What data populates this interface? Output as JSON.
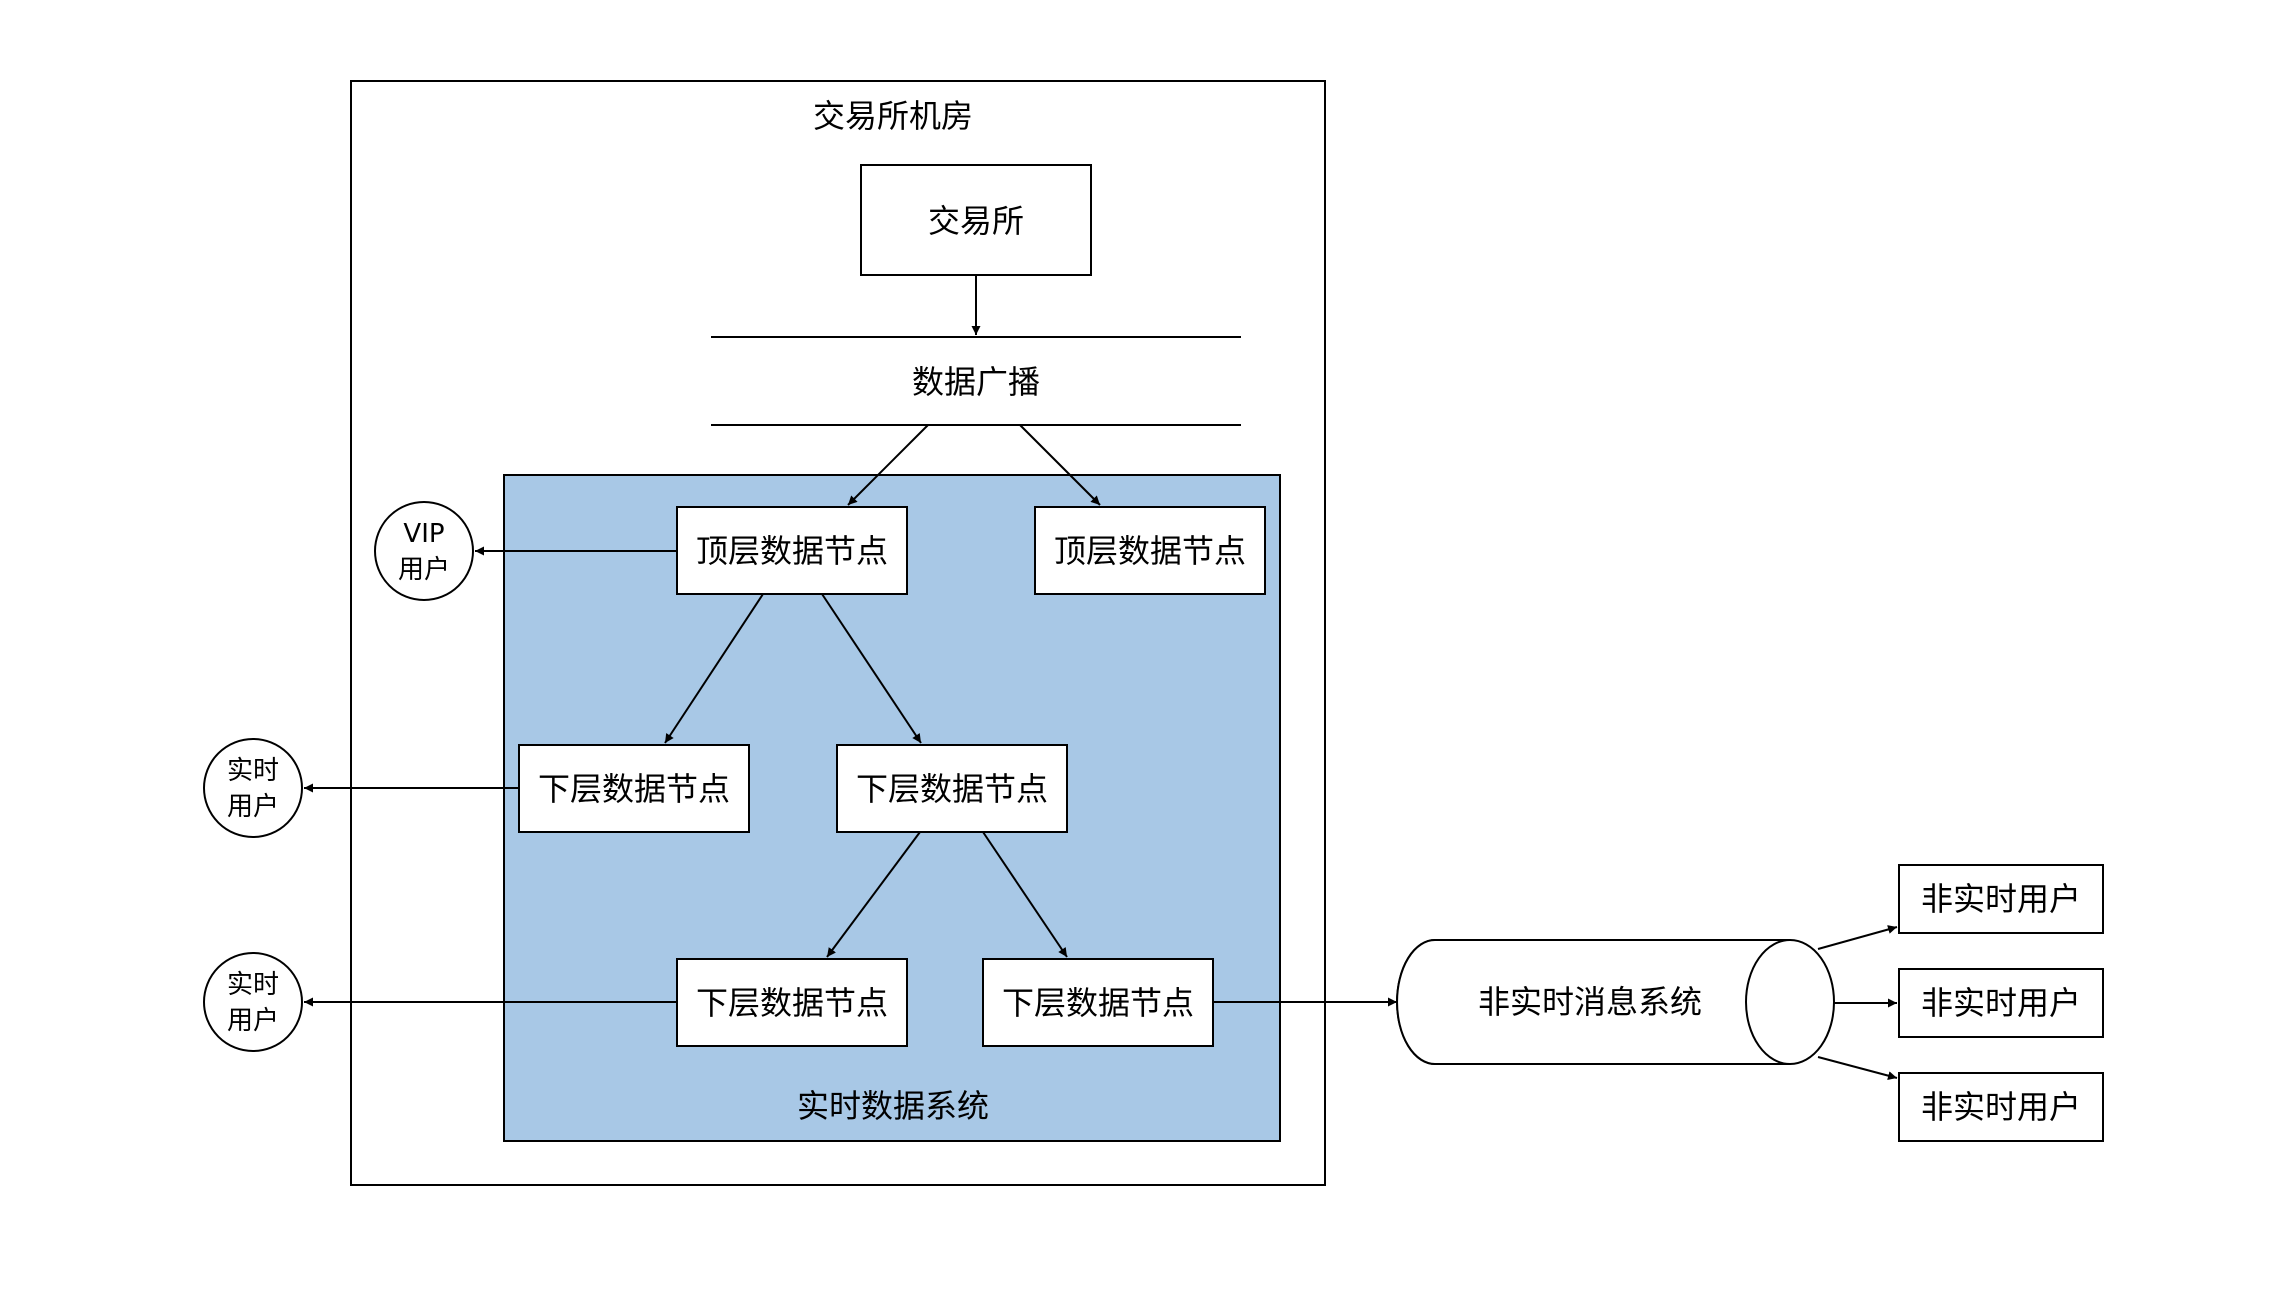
{
  "colors": {
    "stroke": "#000000",
    "realtime_system_fill": "#a8c8e6",
    "node_fill": "#ffffff"
  },
  "data_center": {
    "title": "交易所机房"
  },
  "exchange": {
    "label": "交易所"
  },
  "broadcast": {
    "label": "数据广播"
  },
  "realtime_system": {
    "label": "实时数据系统"
  },
  "top_nodes": [
    {
      "label": "顶层数据节点"
    },
    {
      "label": "顶层数据节点"
    }
  ],
  "lower_nodes": [
    {
      "label": "下层数据节点"
    },
    {
      "label": "下层数据节点"
    },
    {
      "label": "下层数据节点"
    },
    {
      "label": "下层数据节点"
    }
  ],
  "vip_user": {
    "line1": "VIP",
    "line2": "用户"
  },
  "realtime_users": [
    {
      "line1": "实时",
      "line2": "用户"
    },
    {
      "line1": "实时",
      "line2": "用户"
    }
  ],
  "nonrealtime_system": {
    "label": "非实时消息系统"
  },
  "nonrealtime_users": [
    {
      "label": "非实时用户"
    },
    {
      "label": "非实时用户"
    },
    {
      "label": "非实时用户"
    }
  ]
}
